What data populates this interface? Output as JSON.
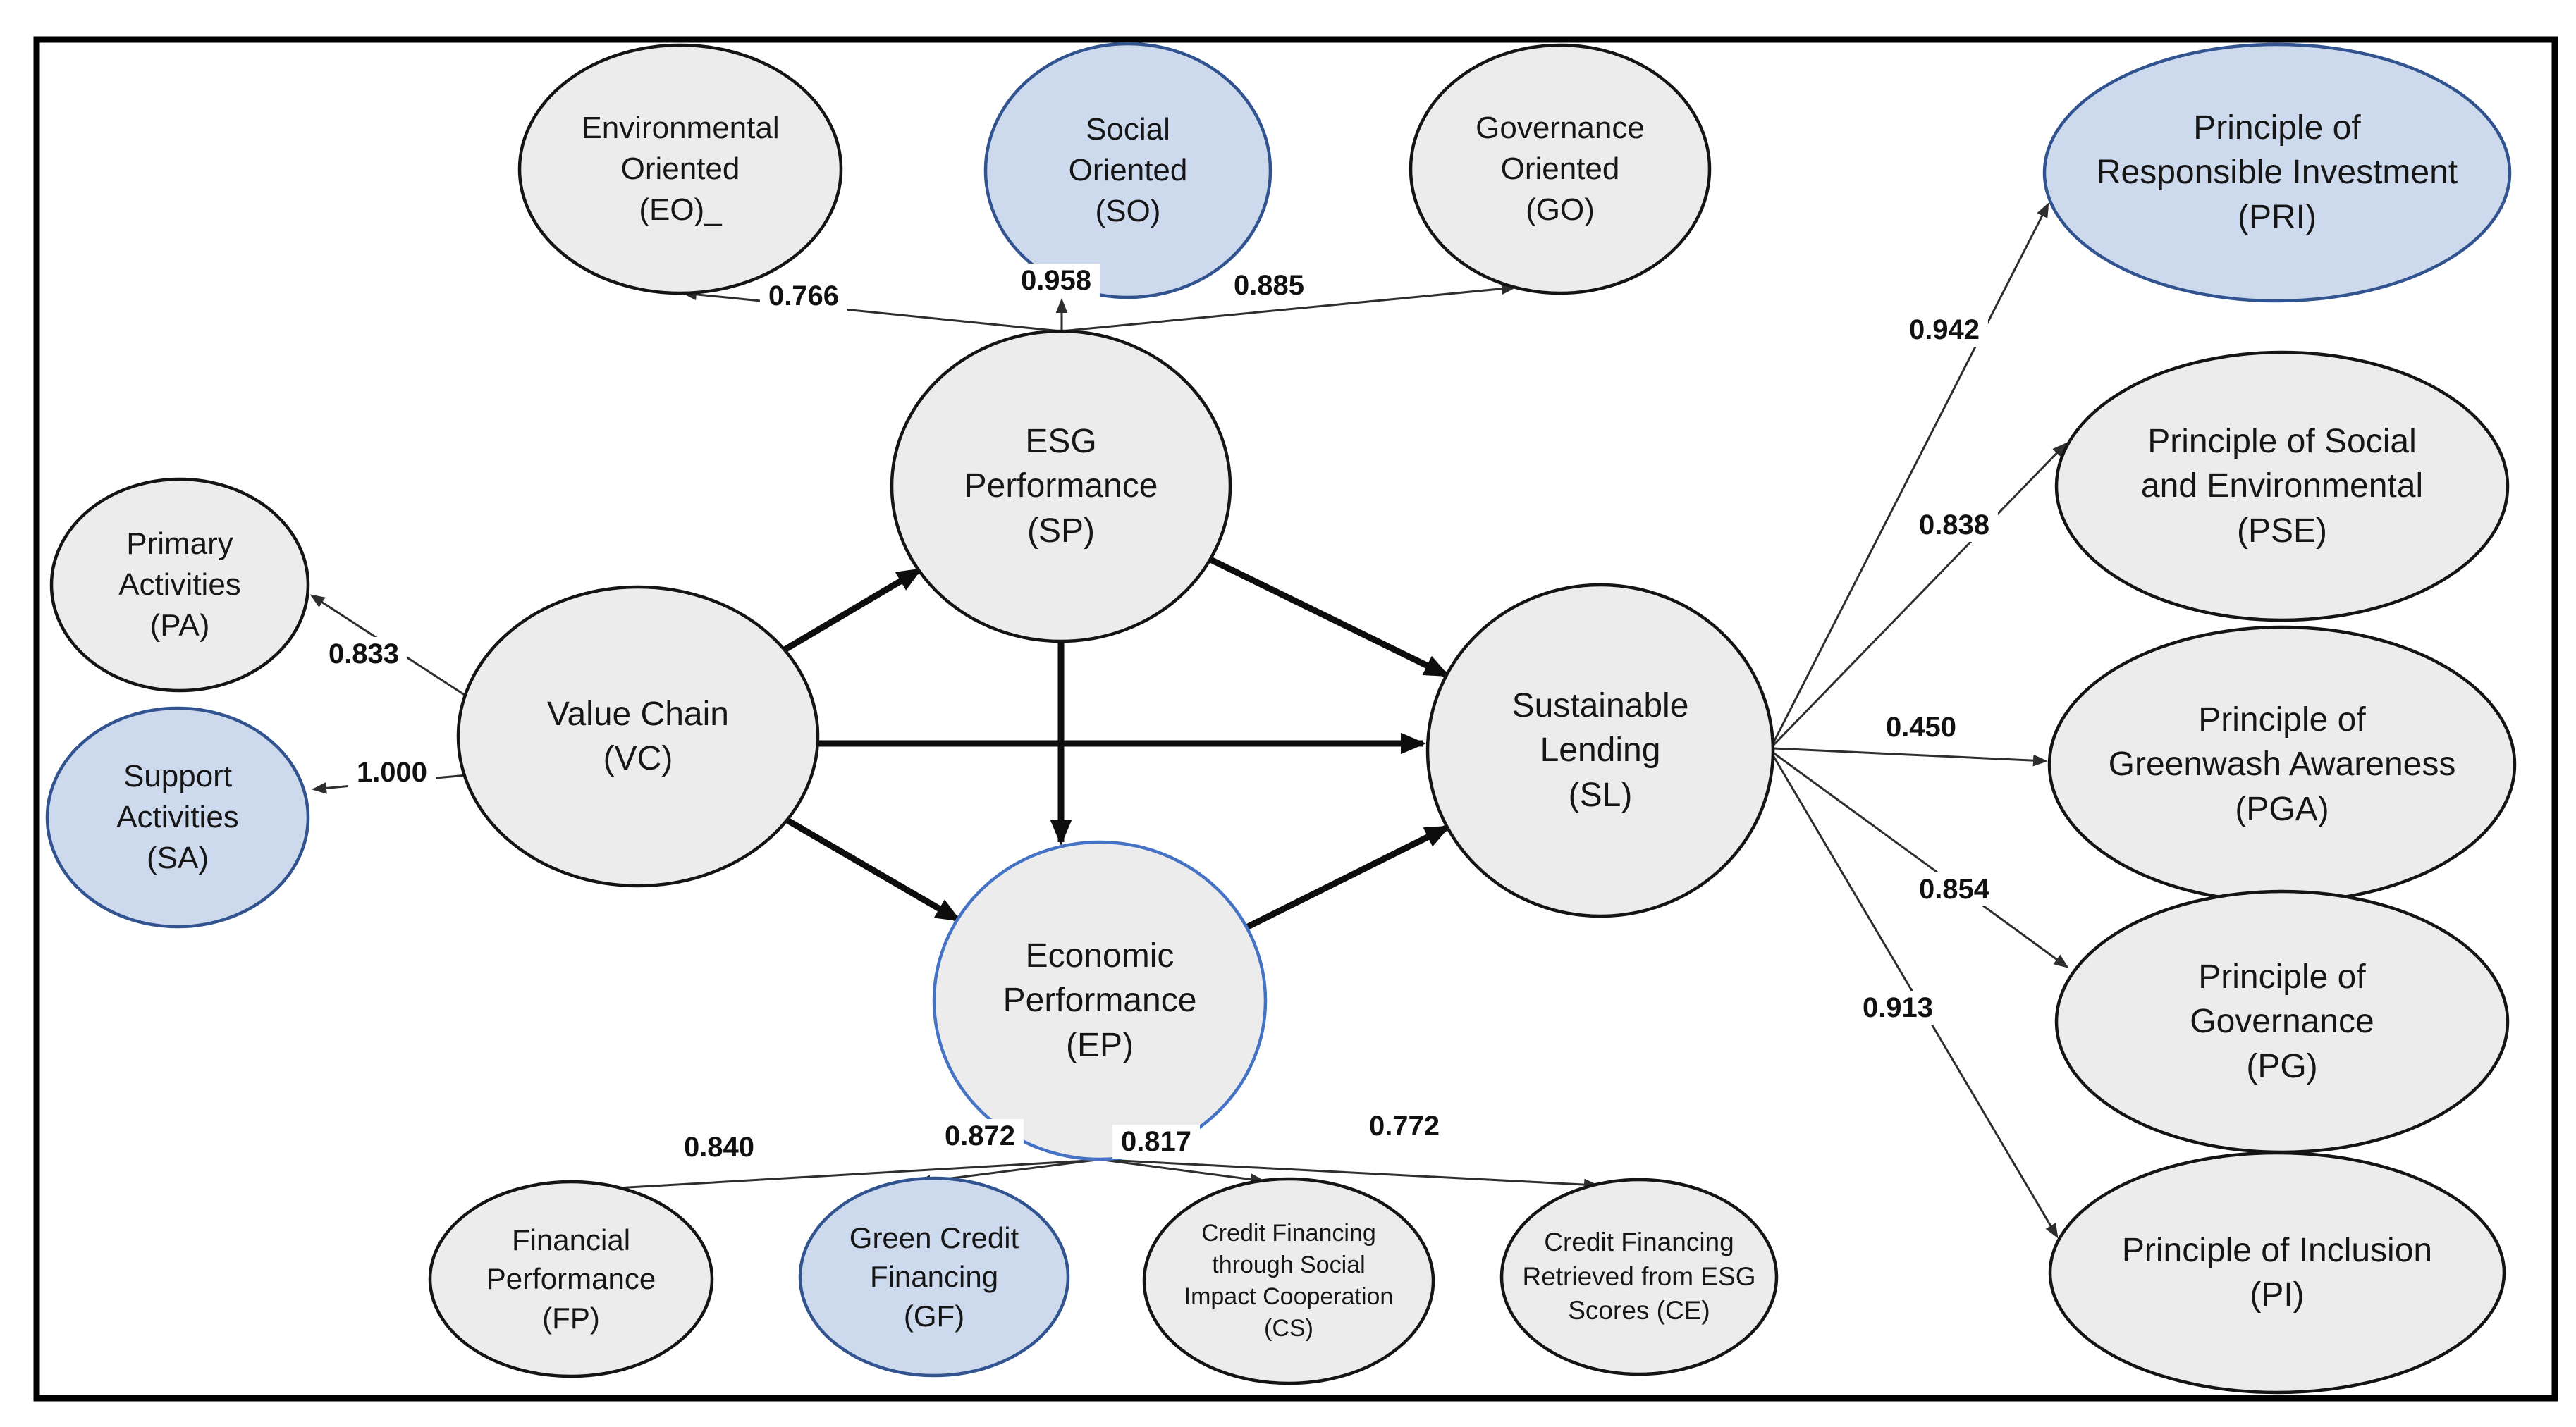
{
  "diagram_type": "structural-equation-model-path-diagram",
  "colors": {
    "node_gray_fill": "#ececec",
    "node_gray_stroke": "#141414",
    "node_blue_fill": "#cdd9ec",
    "node_blue_stroke": "#31538f",
    "ep_border_blue": "#4472c4",
    "structural_arrow": "#0d0d0d",
    "loading_arrow": "#2e2e2e",
    "background": "#ffffff"
  },
  "nodes": {
    "eo": {
      "label": "Environmental\nOriented\n(EO)_",
      "type": "indicator",
      "color": "gray"
    },
    "so": {
      "label": "Social\nOriented\n(SO)",
      "type": "indicator",
      "color": "blue"
    },
    "go": {
      "label": "Governance\nOriented\n(GO)",
      "type": "indicator",
      "color": "gray"
    },
    "sp": {
      "label": "ESG\nPerformance\n(SP)",
      "type": "latent",
      "color": "gray"
    },
    "pa": {
      "label": "Primary\nActivities\n(PA)",
      "type": "indicator",
      "color": "gray"
    },
    "sa": {
      "label": "Support\nActivities\n(SA)",
      "type": "indicator",
      "color": "blue"
    },
    "vc": {
      "label": "Value Chain\n(VC)",
      "type": "latent",
      "color": "gray"
    },
    "ep": {
      "label": "Economic\nPerformance\n(EP)",
      "type": "latent",
      "color": "gray-blue-border"
    },
    "sl": {
      "label": "Sustainable\nLending\n(SL)",
      "type": "latent",
      "color": "gray"
    },
    "pri": {
      "label": "Principle of\nResponsible Investment\n(PRI)",
      "type": "indicator",
      "color": "blue"
    },
    "pse": {
      "label": "Principle of Social\nand Environmental\n(PSE)",
      "type": "indicator",
      "color": "gray"
    },
    "pga": {
      "label": "Principle of\nGreenwash Awareness\n(PGA)",
      "type": "indicator",
      "color": "gray"
    },
    "pg": {
      "label": "Principle of\nGovernance\n(PG)",
      "type": "indicator",
      "color": "gray"
    },
    "pi": {
      "label": "Principle of Inclusion\n(PI)",
      "type": "indicator",
      "color": "gray"
    },
    "fp": {
      "label": "Financial\nPerformance\n(FP)",
      "type": "indicator",
      "color": "gray"
    },
    "gf": {
      "label": "Green Credit\nFinancing\n(GF)",
      "type": "indicator",
      "color": "blue"
    },
    "cs": {
      "label": "Credit Financing\nthrough Social\nImpact Cooperation\n(CS)",
      "type": "indicator",
      "color": "gray"
    },
    "ce": {
      "label": "Credit Financing\nRetrieved from ESG\nScores (CE)",
      "type": "indicator",
      "color": "gray"
    }
  },
  "loadings": {
    "sp_eo": {
      "from": "SP",
      "to": "EO",
      "value": "0.766"
    },
    "sp_so": {
      "from": "SP",
      "to": "SO",
      "value": "0.958"
    },
    "sp_go": {
      "from": "SP",
      "to": "GO",
      "value": "0.885"
    },
    "vc_pa": {
      "from": "VC",
      "to": "PA",
      "value": "0.833"
    },
    "vc_sa": {
      "from": "VC",
      "to": "SA",
      "value": "1.000"
    },
    "sl_pri": {
      "from": "SL",
      "to": "PRI",
      "value": "0.942"
    },
    "sl_pse": {
      "from": "SL",
      "to": "PSE",
      "value": "0.838"
    },
    "sl_pga": {
      "from": "SL",
      "to": "PGA",
      "value": "0.450"
    },
    "sl_pg": {
      "from": "SL",
      "to": "PG",
      "value": "0.854"
    },
    "sl_pi": {
      "from": "SL",
      "to": "PI",
      "value": "0.913"
    },
    "ep_fp": {
      "from": "EP",
      "to": "FP",
      "value": "0.840"
    },
    "ep_gf": {
      "from": "EP",
      "to": "GF",
      "value": "0.872"
    },
    "ep_cs": {
      "from": "EP",
      "to": "CS",
      "value": "0.817"
    },
    "ep_ce": {
      "from": "EP",
      "to": "CE",
      "value": "0.772"
    }
  },
  "structural_paths": [
    {
      "from": "VC",
      "to": "SP"
    },
    {
      "from": "VC",
      "to": "SL"
    },
    {
      "from": "VC",
      "to": "EP"
    },
    {
      "from": "SP",
      "to": "EP"
    },
    {
      "from": "SP",
      "to": "SL"
    },
    {
      "from": "EP",
      "to": "SL"
    }
  ]
}
